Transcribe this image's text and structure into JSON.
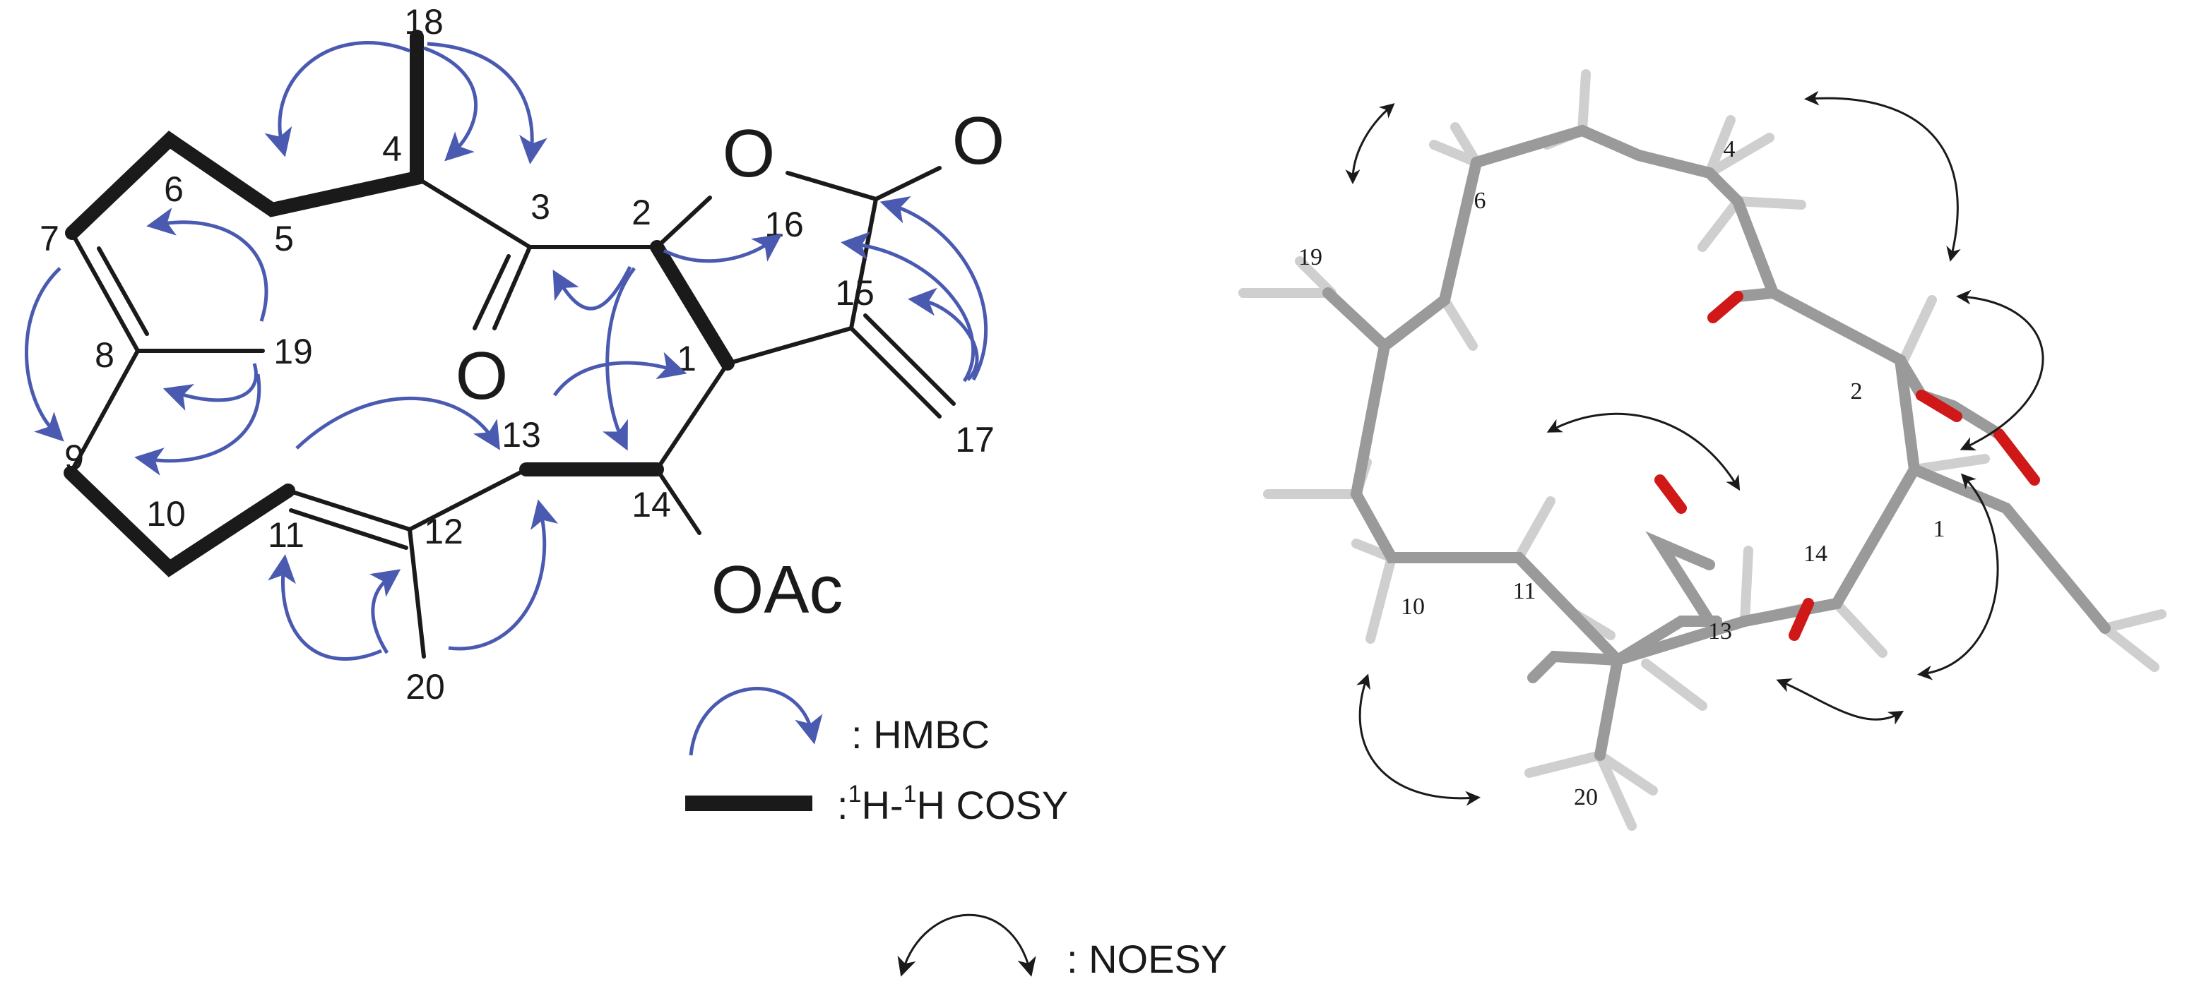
{
  "colors": {
    "hmbc": "#4a5ab0",
    "bond": "#1a1a1a",
    "carbon_stick": "#9a9a9a",
    "hydrogen_stick": "#cfcfcf",
    "oxygen_stick": "#d01818"
  },
  "structure": {
    "atom_numbers": [
      "1",
      "2",
      "3",
      "4",
      "5",
      "6",
      "7",
      "8",
      "9",
      "10",
      "11",
      "12",
      "13",
      "14",
      "15",
      "16",
      "17",
      "18",
      "19",
      "20"
    ],
    "heteroatoms": {
      "ring_oxygen": "O",
      "lactone_carbonyl": "O",
      "ketone_oxygen": "O",
      "acetate": "OAc"
    }
  },
  "legend": {
    "hmbc_label": ": HMBC",
    "cosy_prefix": ":",
    "cosy_sup1": "1",
    "cosy_h1": "H-",
    "cosy_sup2": "1",
    "cosy_h2": "H COSY",
    "noesy_label": ": NOESY"
  },
  "model3d": {
    "labels": [
      "6",
      "4",
      "19",
      "2",
      "1",
      "11",
      "14",
      "10",
      "13",
      "20"
    ]
  }
}
